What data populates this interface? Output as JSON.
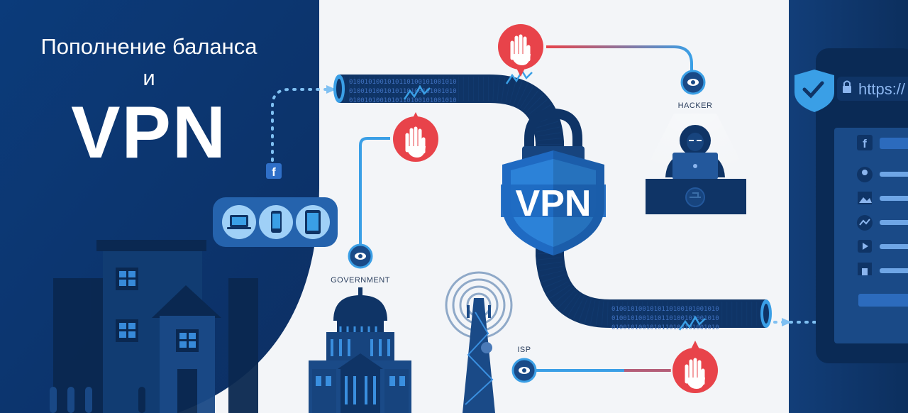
{
  "banner": {
    "title_line1": "Пополнение баланса",
    "title_line2": "и",
    "title_line3": "VPN"
  },
  "labels": {
    "shield": "VPN",
    "hacker": "HACKER",
    "government": "GOVERNMENT",
    "isp": "ISP",
    "url": "https://"
  },
  "binary_stream": "0100101001010110100101001010",
  "icons": [
    "facebook-icon",
    "laptop-icon",
    "phone-icon",
    "tablet-icon",
    "stop-hand-icon",
    "eye-icon",
    "padlock-icon",
    "shield-check-icon",
    "lock-icon",
    "user-icon",
    "image-icon",
    "messenger-icon",
    "play-icon",
    "shop-icon"
  ],
  "colors": {
    "navy": "#0f3466",
    "blue": "#1a63b8",
    "accent_blue": "#3a9fe6",
    "stop_red": "#e8434a",
    "background": "#f3f5f8"
  }
}
